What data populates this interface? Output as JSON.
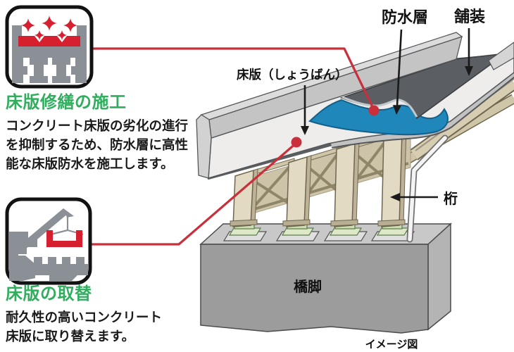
{
  "colors": {
    "accent_red": "#c9303c",
    "icon_red": "#d7202f",
    "icon_gray": "#8b9096",
    "heading_green": "#2fae5e",
    "waterproof_blue": "#1f87ba",
    "pavement_gray": "#5b5f63",
    "deck_white": "#eeedeb",
    "girder_beige": "#ddd5bc",
    "bearing_green": "#dce8c6",
    "pier_gray": "#9c9c9c",
    "text_black": "#1a1a1a"
  },
  "left_column": {
    "repair": {
      "heading": "床版修繕の施工",
      "lines": [
        "コンクリート床版の劣化の進行",
        "を抑制するため、防水層に高性",
        "能な床版防水を施工します。"
      ]
    },
    "replace": {
      "heading": "床版の取替",
      "lines": [
        "耐久性の高いコンクリート",
        "床版に取り替えます。"
      ]
    }
  },
  "diagram": {
    "labels": {
      "deck": "床版（しょうばん）",
      "waterproof": "防水層",
      "pavement": "舗装",
      "girder": "桁",
      "pier": "橋脚",
      "caption": "イメージ図"
    }
  },
  "icons": {
    "repair": "repaired-deck-sparkle-icon",
    "replace": "crane-deck-replacement-icon"
  }
}
